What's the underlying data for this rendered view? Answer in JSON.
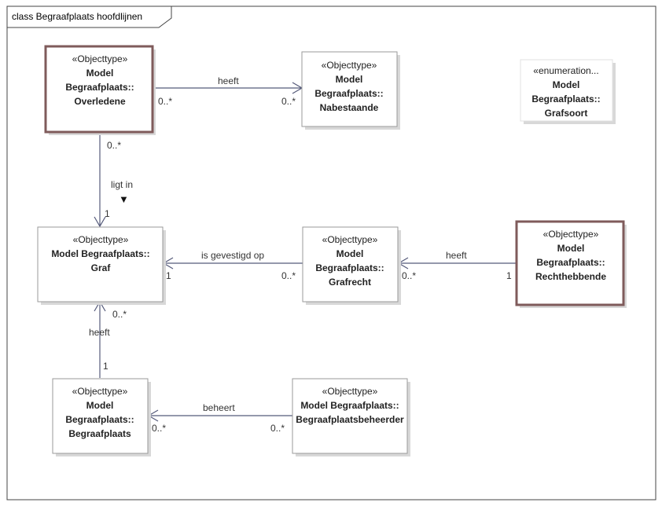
{
  "diagram": {
    "title": "class Begraafplaats hoofdlijnen",
    "classes": {
      "overledene": {
        "stereotype": "«Objecttype»",
        "lines": [
          "Model",
          "Begraafplaats::",
          "Overledene"
        ]
      },
      "nabestaande": {
        "stereotype": "«Objecttype»",
        "lines": [
          "Model",
          "Begraafplaats::",
          "Nabestaande"
        ]
      },
      "grafsoort": {
        "stereotype": "«enumeration...",
        "lines": [
          "Model",
          "Begraafplaats::",
          "Grafsoort"
        ]
      },
      "graf": {
        "stereotype": "«Objecttype»",
        "lines": [
          "Model Begraafplaats::",
          "Graf"
        ]
      },
      "grafrecht": {
        "stereotype": "«Objecttype»",
        "lines": [
          "Model",
          "Begraafplaats::",
          "Grafrecht"
        ]
      },
      "rechthebbende": {
        "stereotype": "«Objecttype»",
        "lines": [
          "Model",
          "Begraafplaats::",
          "Rechthebbende"
        ]
      },
      "begraafplaats": {
        "stereotype": "«Objecttype»",
        "lines": [
          "Model",
          "Begraafplaats::",
          "Begraafplaats"
        ]
      },
      "beheerder": {
        "stereotype": "«Objecttype»",
        "lines": [
          "Model Begraafplaats::",
          "Begraafplaatsbeheerder"
        ]
      }
    },
    "associations": {
      "overledene_nabestaande": {
        "label": "heeft",
        "source_mult": "0..*",
        "target_mult": "0..*"
      },
      "overledene_graf": {
        "label": "ligt in",
        "source_mult": "0..*",
        "target_mult": "1",
        "direction_glyph": "▼"
      },
      "grafrecht_graf": {
        "label": "is gevestigd op",
        "source_mult": "0..*",
        "target_mult": "1"
      },
      "rechthebbende_grafrecht": {
        "label": "heeft",
        "source_mult": "1",
        "target_mult": "0..*"
      },
      "begraafplaats_graf": {
        "label": "heeft",
        "source_mult": "1",
        "target_mult": "0..*"
      },
      "beheerder_begraafplaats": {
        "label": "beheert",
        "source_mult": "0..*",
        "target_mult": "0..*"
      }
    }
  }
}
